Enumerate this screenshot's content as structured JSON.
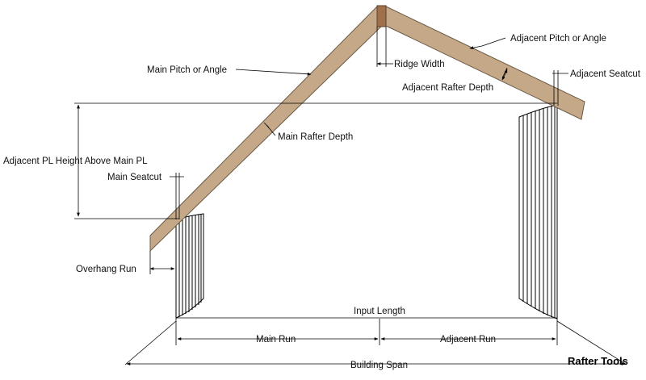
{
  "colors": {
    "rafter": "#c4a888",
    "ridge": "#a0704a",
    "wall_fill": "#ffffff",
    "line": "#000000"
  },
  "labels": {
    "main_pitch": "Main Pitch or Angle",
    "adjacent_pitch": "Adjacent Pitch or Angle",
    "ridge_width": "Ridge Width",
    "adjacent_seatcut": "Adjacent Seatcut",
    "adjacent_rafter_depth": "Adjacent Rafter Depth",
    "main_rafter_depth": "Main Rafter Depth",
    "adjacent_pl_height": "Adjacent PL Height Above Main PL",
    "main_seatcut": "Main Seatcut",
    "overhang_run": "Overhang Run",
    "input_length": "Input Length",
    "main_run": "Main Run",
    "adjacent_run": "Adjacent Run",
    "building_span": "Building Span"
  },
  "brand": "Rafter Tools"
}
